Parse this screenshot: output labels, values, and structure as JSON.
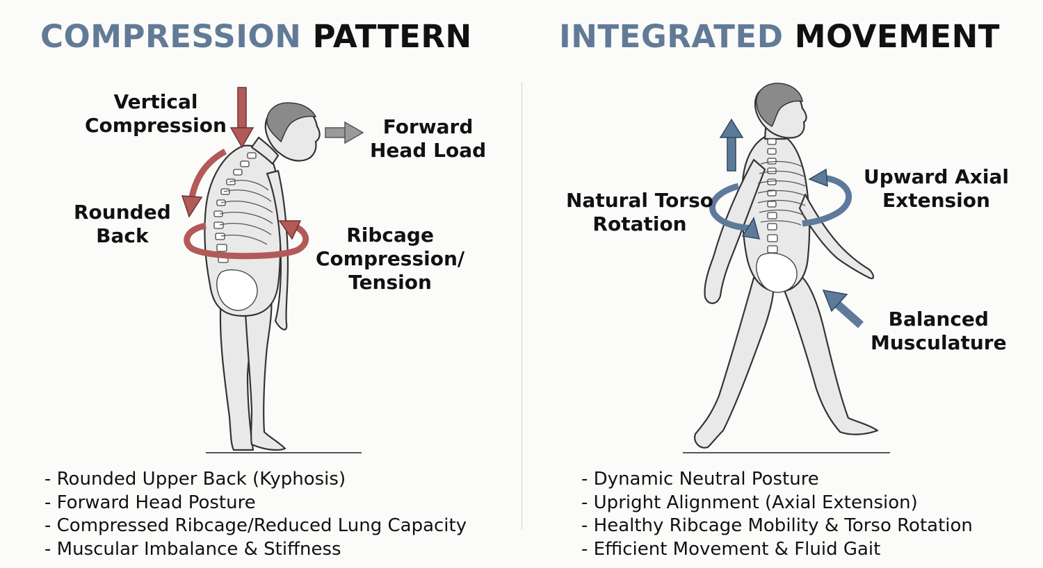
{
  "left": {
    "title_accent": "COMPRESSION",
    "title_dark": "PATTERN",
    "labels": {
      "vertical_compression": [
        "Vertical",
        "Compression"
      ],
      "forward_head_load": [
        "Forward",
        "Head Load"
      ],
      "rounded_back": [
        "Rounded",
        "Back"
      ],
      "ribcage": [
        "Ribcage",
        "Compression/",
        "Tension"
      ]
    },
    "bullets": [
      "Rounded Upper Back (Kyphosis)",
      "Forward Head Posture",
      "Compressed Ribcage/Reduced Lung Capacity",
      "Muscular Imbalance & Stiffness"
    ]
  },
  "right": {
    "title_accent": "INTEGRATED",
    "title_dark": "MOVEMENT",
    "labels": {
      "torso_rotation": [
        "Natural Torso",
        "Rotation"
      ],
      "axial_extension": [
        "Upward Axial",
        "Extension"
      ],
      "balanced": [
        "Balanced",
        "Musculature"
      ]
    },
    "bullets": [
      "Dynamic Neutral Posture",
      "Upright Alignment (Axial Extension)",
      "Healthy Ribcage Mobility & Torso Rotation",
      "Efficient Movement & Fluid Gait"
    ]
  },
  "colors": {
    "title_accent": "#617a96",
    "compression_arrow": "#b25a58",
    "movement_arrow": "#5d7a9b",
    "forward_arrow": "#8c8c8c",
    "body_fill": "#e9e9e9",
    "body_stroke": "#333333",
    "hair": "#8a8a8a"
  },
  "icons": {
    "downward_arrow": "arrow-down-icon",
    "curved_arrow": "curved-arrow-icon",
    "forward_arrow": "arrow-right-icon",
    "up_arrow": "arrow-up-icon",
    "rotation_arrow": "rotation-ring-icon",
    "diagonal_arrow": "arrow-up-left-icon"
  }
}
